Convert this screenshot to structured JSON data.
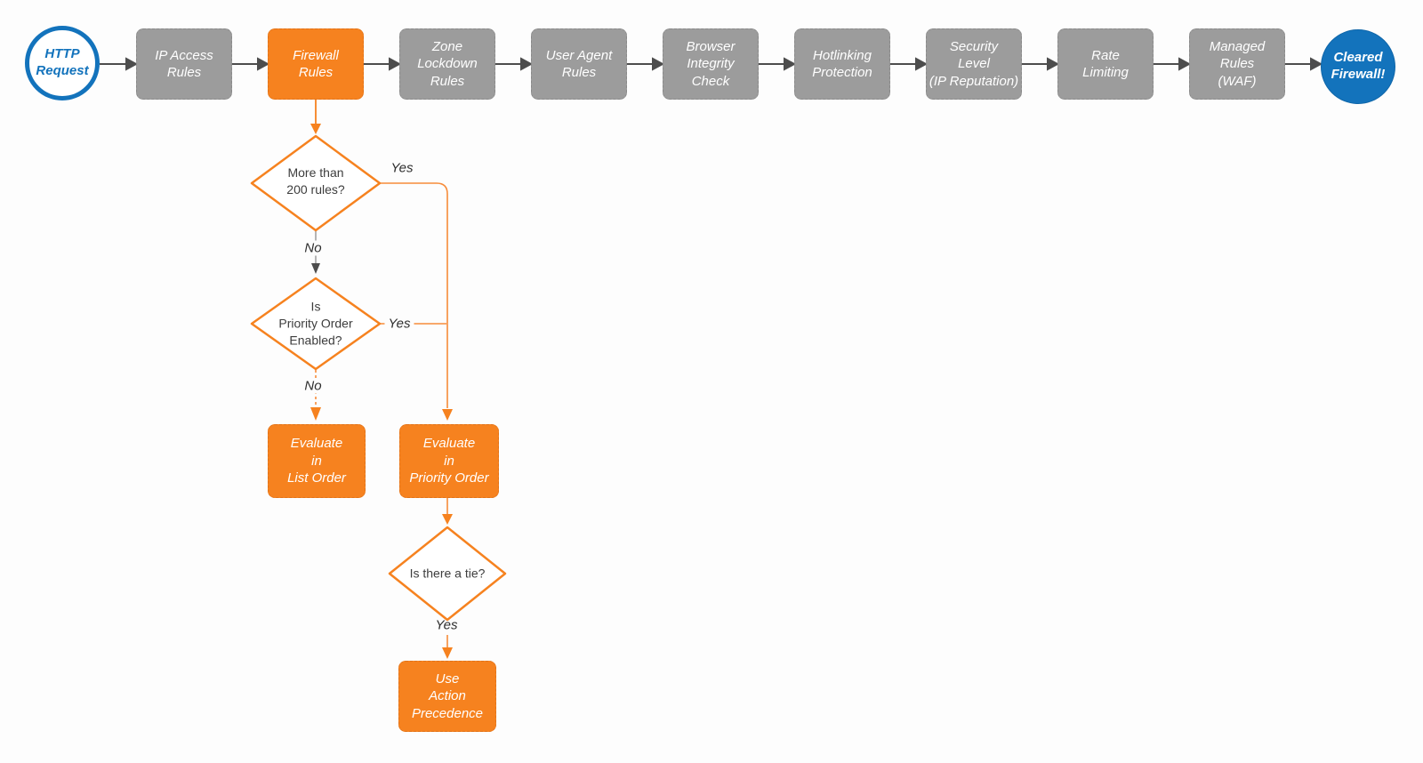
{
  "diagram": {
    "start_label": "HTTP\nRequest",
    "end_label": "Cleared\nFirewall!",
    "stages": [
      {
        "label": "IP Access\nRules"
      },
      {
        "label": "Firewall\nRules",
        "highlight": true
      },
      {
        "label": "Zone\nLockdown\nRules"
      },
      {
        "label": "User Agent\nRules"
      },
      {
        "label": "Browser\nIntegrity\nCheck"
      },
      {
        "label": "Hotlinking\nProtection"
      },
      {
        "label": "Security\nLevel\n(IP Reputation)"
      },
      {
        "label": "Rate\nLimiting"
      },
      {
        "label": "Managed\nRules\n(WAF)"
      }
    ],
    "decisions": [
      {
        "label": "More than\n200 rules?"
      },
      {
        "label": "Is\nPriority Order\nEnabled?"
      },
      {
        "label": "Is there a tie?"
      }
    ],
    "actions": [
      {
        "label": "Evaluate\nin\nList Order"
      },
      {
        "label": "Evaluate\nin\nPriority Order"
      },
      {
        "label": "Use\nAction\nPrecedence"
      }
    ],
    "edge_labels": {
      "d1_yes": "Yes",
      "d1_no": "No",
      "d2_yes": "Yes",
      "d2_no": "No",
      "d3_yes": "Yes"
    },
    "colors": {
      "accent_orange": "#F6821F",
      "wire_orange": "#F78C3A",
      "node_gray": "#9C9C9C",
      "brand_blue": "#1373BC",
      "arrow_gray": "#4D4D4D"
    }
  }
}
